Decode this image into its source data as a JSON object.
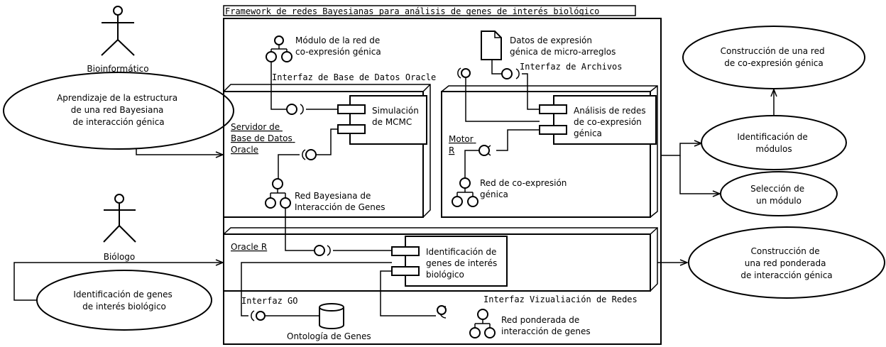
{
  "framework_title": "Framework de redes Bayesianas para análisis de genes de interés biológico",
  "actors": {
    "bioinformatico": "Bioinformático",
    "biologo": "Biólogo"
  },
  "use_cases": {
    "aprendizaje": [
      "Aprendizaje de la estructura",
      "de una red Bayesiana",
      "de interacción génica"
    ],
    "identificacion_genes": [
      "Identificación de genes",
      "de interés biológico"
    ],
    "construccion_coexpresion": [
      "Construcción de una red",
      "de co-expresión génica"
    ],
    "identificacion_modulos": [
      "Identificación de",
      "módulos"
    ],
    "seleccion_modulo": [
      "Selección de",
      "un módulo"
    ],
    "construccion_ponderada": [
      "Construcción de",
      "una red ponderada",
      "de interacción génica"
    ]
  },
  "nodes": {
    "servidor": [
      "Servidor de",
      "Base de Datos",
      "Oracle"
    ],
    "motor_r": [
      "Motor",
      "R"
    ],
    "oracle_r": "Oracle R"
  },
  "components": {
    "simulacion": [
      "Simulación",
      "de MCMC"
    ],
    "analisis": [
      "Análisis de redes",
      "de co-expresión",
      "génica"
    ],
    "identificacion_genes_comp": [
      "Identificación de",
      "genes de interés",
      "biológico"
    ]
  },
  "artifacts": {
    "modulo_red": [
      "Módulo de la red de",
      "co-expresión génica"
    ],
    "datos_expresion": [
      "Datos de expresión",
      "génica de micro-arreglos"
    ],
    "red_bayesiana": [
      "Red Bayesiana de",
      "Interacción de Genes"
    ],
    "red_coexpresion": [
      "Red de co-expresión",
      "génica"
    ],
    "ontologia": "Ontología de Genes",
    "red_ponderada": [
      "Red ponderada de",
      "interacción de genes"
    ]
  },
  "interfaces": {
    "bd_oracle": "Interfaz de Base de Datos Oracle",
    "archivos": "Interfaz de Archivos",
    "go": "Interfaz GO",
    "visualizacion": "Interfaz Vizualiación de Redes"
  },
  "icons": {
    "actor": "stick-figure-icon",
    "document": "document-icon",
    "database": "database-cylinder-icon",
    "component": "component-box-icon",
    "provided_interface": "lollipop-icon",
    "required_interface": "socket-icon"
  }
}
